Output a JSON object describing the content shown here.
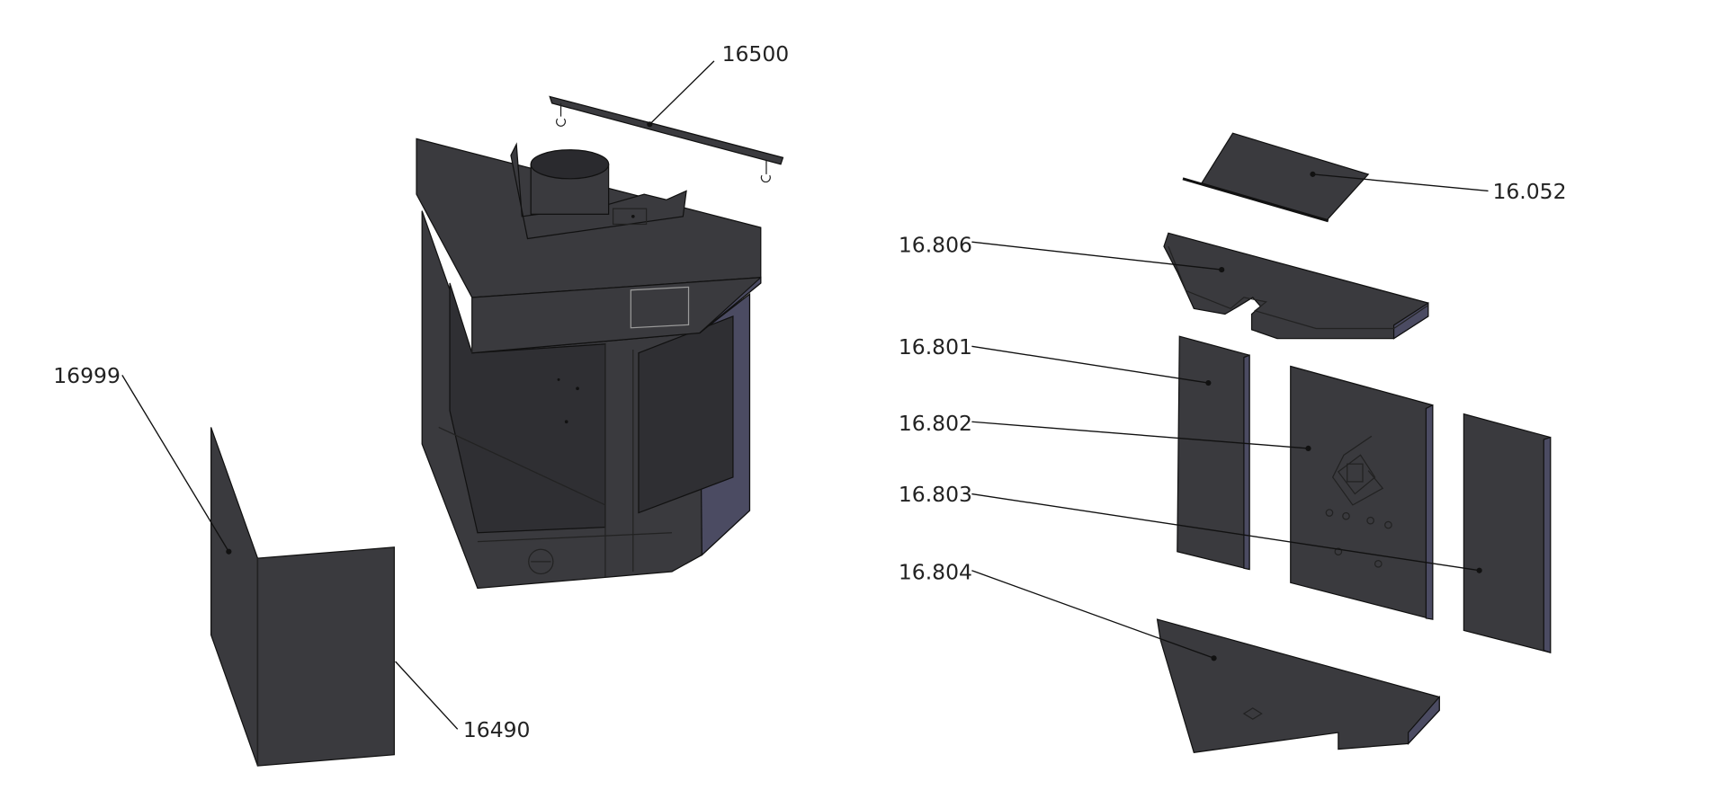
{
  "title": "Fireplace exploded parts diagram",
  "callouts": {
    "top_bracket": "16500",
    "side_panel_left": "16999",
    "side_panel_right": "16490",
    "deflector_plate": "16.052",
    "top_brick": "16.806",
    "left_brick": "16.801",
    "back_brick": "16.802",
    "right_brick": "16.803",
    "floor_brick": "16.804"
  },
  "colors": {
    "part_fill": "#3a3a3e",
    "edge_fill": "#4b4b62",
    "line": "#111111"
  }
}
